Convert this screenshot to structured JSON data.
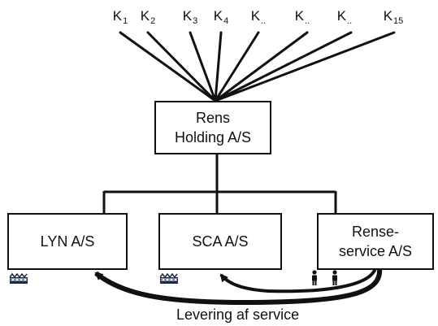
{
  "owners": [
    {
      "main": "K",
      "sub": "1"
    },
    {
      "main": "K",
      "sub": "2"
    },
    {
      "main": "K",
      "sub": "3"
    },
    {
      "main": "K",
      "sub": "4"
    },
    {
      "main": "K",
      "sub": ".."
    },
    {
      "main": "K",
      "sub": ".."
    },
    {
      "main": "K",
      "sub": ".."
    },
    {
      "main": "K",
      "sub": "15"
    }
  ],
  "holding": {
    "line1": "Rens",
    "line2": "Holding A/S"
  },
  "subsidiaries": {
    "lyn": {
      "label": "LYN A/S"
    },
    "sca": {
      "label": "SCA A/S"
    },
    "service": {
      "line1": "Rense-",
      "line2": "service A/S"
    }
  },
  "flow_caption": "Levering af service",
  "icons": {
    "lyn": "factory-icon",
    "sca": "factory-icon",
    "service": "people-icon"
  }
}
